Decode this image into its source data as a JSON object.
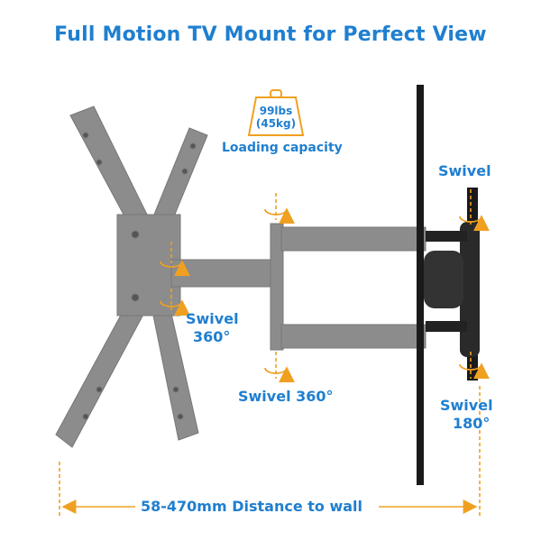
{
  "title": "Full Motion TV Mount for Perfect View",
  "capacity": {
    "weight_lbs": "99lbs",
    "weight_kg": "(45kg)",
    "label": "Loading capacity"
  },
  "labels": {
    "swivel_top_right": "Swivel",
    "swivel_left_line1": "Swivel",
    "swivel_left_line2": "360°",
    "swivel_bottom_center": "Swivel 360°",
    "swivel_bottom_right_line1": "Swivel",
    "swivel_bottom_right_line2": "180°"
  },
  "distance": {
    "label": "58-470mm Distance to wall"
  },
  "colors": {
    "accent_blue": "#1f7fd0",
    "arrow_orange": "#f0a020",
    "mount_gray": "#8c8c8c",
    "tv_black": "#1a1a1a"
  }
}
